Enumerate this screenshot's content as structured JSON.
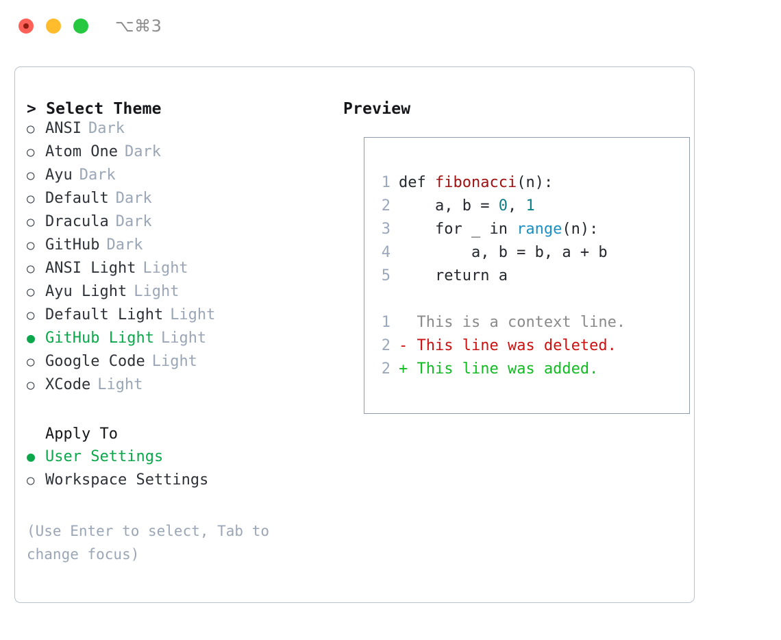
{
  "titlebar": {
    "shortcut": "⌥⌘3",
    "lights": [
      "close-red",
      "minimize-yellow",
      "zoom-green"
    ]
  },
  "left_pane": {
    "heading": "> Select Theme",
    "themes": [
      {
        "bullet": "○",
        "label": "ANSI",
        "badge": "Dark",
        "selected": false
      },
      {
        "bullet": "○",
        "label": "Atom One",
        "badge": "Dark",
        "selected": false
      },
      {
        "bullet": "○",
        "label": "Ayu",
        "badge": "Dark",
        "selected": false
      },
      {
        "bullet": "○",
        "label": "Default",
        "badge": "Dark",
        "selected": false
      },
      {
        "bullet": "○",
        "label": "Dracula",
        "badge": "Dark",
        "selected": false
      },
      {
        "bullet": "○",
        "label": "GitHub",
        "badge": "Dark",
        "selected": false
      },
      {
        "bullet": "○",
        "label": "ANSI Light",
        "badge": "Light",
        "selected": false
      },
      {
        "bullet": "○",
        "label": "Ayu Light",
        "badge": "Light",
        "selected": false
      },
      {
        "bullet": "○",
        "label": "Default Light",
        "badge": "Light",
        "selected": false
      },
      {
        "bullet": "●",
        "label": "GitHub Light",
        "badge": "Light",
        "selected": true
      },
      {
        "bullet": "○",
        "label": "Google Code",
        "badge": "Light",
        "selected": false
      },
      {
        "bullet": "○",
        "label": "XCode",
        "badge": "Light",
        "selected": false
      }
    ],
    "apply_to": {
      "heading": "Apply To",
      "options": [
        {
          "bullet": "●",
          "label": "User Settings",
          "selected": true
        },
        {
          "bullet": "○",
          "label": "Workspace Settings",
          "selected": false
        }
      ]
    },
    "hint": "(Use Enter to select, Tab to change focus)"
  },
  "right_pane": {
    "heading": "Preview",
    "code_lines": [
      {
        "lno": "1",
        "tokens": [
          {
            "t": "def ",
            "c": "plain"
          },
          {
            "t": "fibonacci",
            "c": "fn"
          },
          {
            "t": "(n):",
            "c": "plain"
          }
        ]
      },
      {
        "lno": "2",
        "tokens": [
          {
            "t": "    a, b = ",
            "c": "plain"
          },
          {
            "t": "0",
            "c": "num"
          },
          {
            "t": ", ",
            "c": "plain"
          },
          {
            "t": "1",
            "c": "num"
          }
        ]
      },
      {
        "lno": "3",
        "tokens": [
          {
            "t": "    for _ in ",
            "c": "plain"
          },
          {
            "t": "range",
            "c": "builtin"
          },
          {
            "t": "(n):",
            "c": "plain"
          }
        ]
      },
      {
        "lno": "4",
        "tokens": [
          {
            "t": "        a, b = b, a + b",
            "c": "plain"
          }
        ]
      },
      {
        "lno": "5",
        "tokens": [
          {
            "t": "    return a",
            "c": "plain"
          }
        ]
      }
    ],
    "diff_lines": [
      {
        "lno": "1",
        "marker": "  ",
        "text": "This is a context line.",
        "kind": "ctx"
      },
      {
        "lno": "2",
        "marker": "- ",
        "text": "This line was deleted.",
        "kind": "del"
      },
      {
        "lno": "2",
        "marker": "+ ",
        "text": "This line was added.",
        "kind": "add"
      }
    ]
  },
  "colors": {
    "accent_green": "#0aa84a",
    "muted": "#9aa6b6",
    "line_number": "#9aa8bb",
    "border_card": "#b9c1cc",
    "border_preview": "#8e9cae",
    "code_function": "#a01111",
    "code_number": "#0b7f85",
    "code_builtin": "#1a8fc4",
    "diff_deleted": "#cc1111",
    "diff_added": "#11bb22",
    "diff_context": "#8a8a8a"
  }
}
